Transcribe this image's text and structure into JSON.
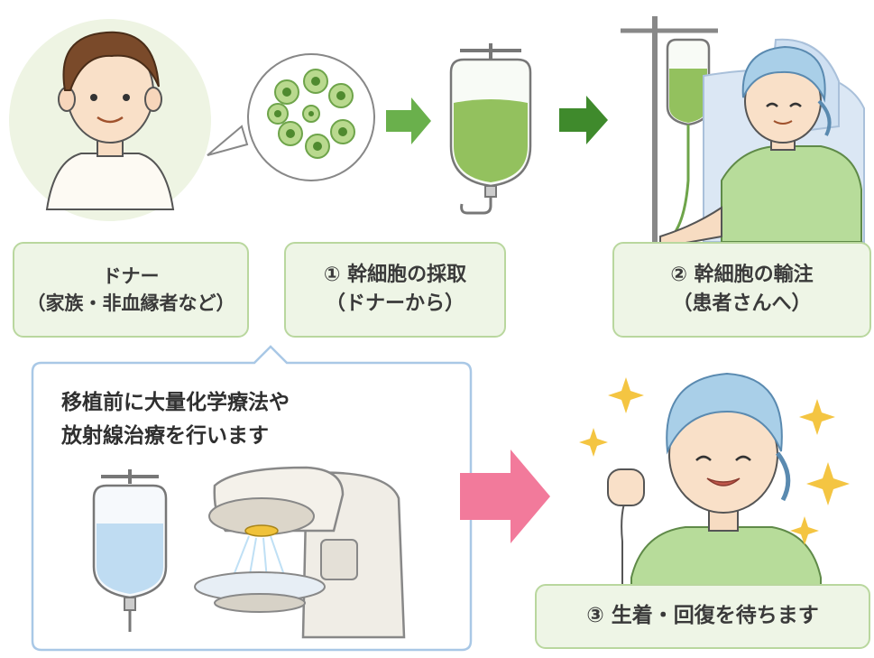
{
  "donor": {
    "title": "ドナー",
    "subtitle": "（家族・非血縁者など）"
  },
  "steps": [
    {
      "title": "① 幹細胞の採取",
      "subtitle": "（ドナーから）"
    },
    {
      "title": "② 幹細胞の輸注",
      "subtitle": "（患者さんへ）"
    },
    {
      "title": "③ 生着・回復を待ちます"
    }
  ],
  "pretreatment": {
    "line1": "移植前に大量化学療法や",
    "line2": "放射線治療を行います"
  },
  "colors": {
    "label_fill": "#eef5e6",
    "label_border": "#b9d79e",
    "arrow_green_light": "#6ab04c",
    "arrow_green_dark": "#3f8a2c",
    "arrow_pink": "#f27a9b",
    "callout_border": "#a9c8e6",
    "sparkle": "#f4c542"
  },
  "icons": [
    "donor-person",
    "stem-cells-bubble",
    "blood-bag",
    "iv-stand",
    "patient-in-chair",
    "chemo-iv-bag",
    "radiation-machine",
    "recovered-patient",
    "sparkle-icon"
  ]
}
